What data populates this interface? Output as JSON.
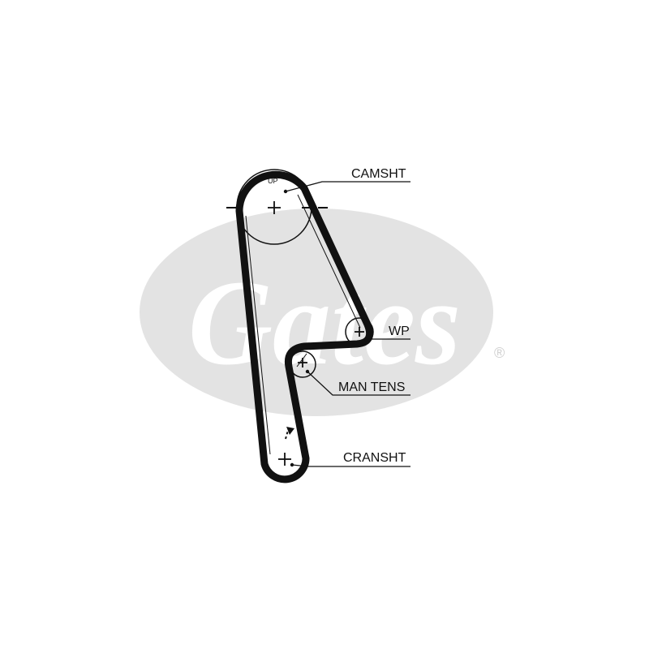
{
  "watermark": {
    "brand": "Gates",
    "registered_mark": "®",
    "color": "#e3e3e3"
  },
  "pulleys": {
    "camshaft": {
      "label": "CAMSHT",
      "direction_label": "UP"
    },
    "water_pump": {
      "label": "WP"
    },
    "tensioner": {
      "label": "MAN TENS"
    },
    "crankshaft": {
      "label": "CRANSHT"
    }
  },
  "colors": {
    "belt": "#111111",
    "watermark": "#e3e3e3",
    "background": "#ffffff"
  }
}
